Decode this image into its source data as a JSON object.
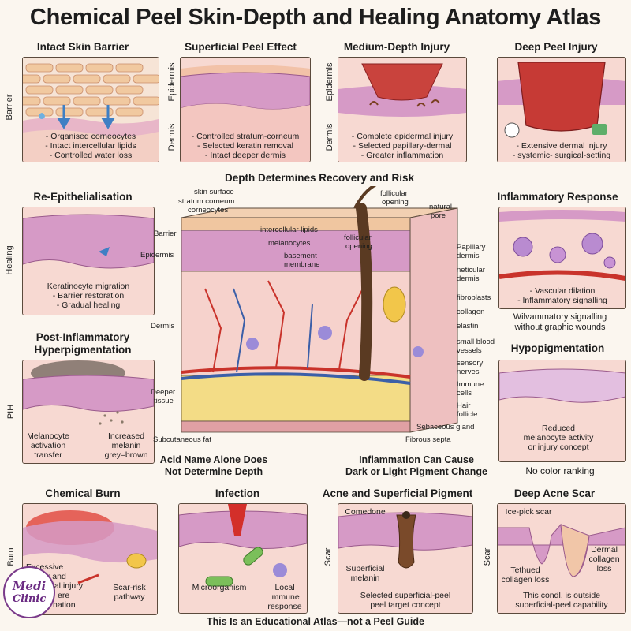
{
  "title": "Chemical Peel Skin-Depth and Healing Anatomy Atlas",
  "panels": {
    "intact": {
      "title": "Intact Skin Barrier",
      "side": "Barrier",
      "caption": [
        "- Organised corneocytes",
        "- Intact intercellular lipids",
        "- Controlled water loss"
      ]
    },
    "superficial": {
      "title": "Superficial Peel Effect",
      "side_top": "Epidermis",
      "side_bottom": "Dermis",
      "caption": [
        "- Controlled stratum-corneum",
        "- Selected keratin removal",
        "- Intact deeper dermis"
      ]
    },
    "medium": {
      "title": "Medium-Depth Injury",
      "side_top": "Epidermis",
      "side_bottom": "Dermis",
      "caption": [
        "- Complete epidermal injury",
        "- Selected papillary-dermal",
        "- Greater inflammation"
      ]
    },
    "deep": {
      "title": "Deep Peel Injury",
      "caption": [
        "- Extensive dermal injury",
        "- systemic- surgical-setting"
      ]
    },
    "reepi": {
      "title": "Re-Epithelialisation",
      "side": "Healing",
      "caption": [
        "Keratinocyte migration",
        "- Barrier restoration",
        "- Gradual healing"
      ]
    },
    "inflam": {
      "title": "Inflammatory Response",
      "caption": [
        "- Vascular dilation",
        "- Inflammatory signalling"
      ],
      "below": [
        "Wilvammatory signalling",
        "without graphic wounds"
      ]
    },
    "pih": {
      "title": [
        "Post-Inflammatory",
        "Hyperpigmentation"
      ],
      "side": "PIH",
      "label_left": [
        "Melanocyte",
        "activation",
        "transfer"
      ],
      "label_right": [
        "Increased",
        "melanin",
        "grey–brown"
      ]
    },
    "hypo": {
      "title": "Hypopigmentation",
      "caption": [
        "Reduced",
        "melanocyte activity",
        "or injury concept"
      ],
      "below": "No color ranking"
    },
    "burn": {
      "title": "Chemical Burn",
      "side": "Burn",
      "label_left": [
        "Excessive",
        "barrier and",
        "nal injury",
        "ere",
        "nation"
      ],
      "label_right": [
        "Scar-risk",
        "pathway"
      ]
    },
    "infection": {
      "title": "Infection",
      "label_left": "Microorganism",
      "label_right": [
        "Local",
        "immune",
        "response"
      ]
    },
    "acne": {
      "title": "Acne and Superficial Pigment",
      "side": "Scar",
      "comedone": "Comedone",
      "melanin": [
        "Superficial",
        "melanin"
      ],
      "caption": [
        "Selected superficial-peel",
        "peel target concept"
      ]
    },
    "scar": {
      "title": "Deep Acne Scar",
      "side": "Scar",
      "icepick": "Ice-pick scar",
      "tethered": [
        "Tethued",
        "collagen loss"
      ],
      "dermal": [
        "Dermal",
        "collagen",
        "loss"
      ],
      "caption": [
        "This condl. is outside",
        "superficial-peel capability"
      ]
    }
  },
  "center": {
    "heading": "Depth Determines Recovery and Risk",
    "left_labels": [
      "skin surface",
      "stratum corneum",
      "corneocytes",
      "Barrier",
      "Epidermis",
      "Dermis",
      "Deeper",
      "tissue",
      "Subcutaneous fat"
    ],
    "inner_labels": [
      "intercellular lipids",
      "melanocytes",
      "basement",
      "membrane",
      "follicular",
      "opening",
      "follicular",
      "opening",
      "natural",
      "pore"
    ],
    "right_labels": [
      "Papillary",
      "dermis",
      "neticular",
      "dermis",
      "fibroblasts",
      "collagen",
      "elastin",
      "small blood",
      "vessels",
      "sensory",
      "nerves",
      "Immune",
      "cells",
      "Hair",
      "follicle",
      "Sebaceous gland",
      "Fibrous septa"
    ],
    "note_left": [
      "Acid Name Alone Does",
      "Not Determine Depth"
    ],
    "note_right": [
      "Inflammation Can Cause",
      "Dark or Light Pigment Change"
    ]
  },
  "footer": "This Is an Educational Atlas—not a Peel Guide",
  "logo": [
    "Medi",
    "Clinic"
  ],
  "colors": {
    "epidermis": "#d8a0c8",
    "dermis": "#f6d2cc",
    "fat": "#f3dc86",
    "vessel_red": "#c9332b",
    "vessel_blue": "#3b5fa8",
    "outline": "#5b4a3c",
    "background": "#fbf6ef"
  }
}
